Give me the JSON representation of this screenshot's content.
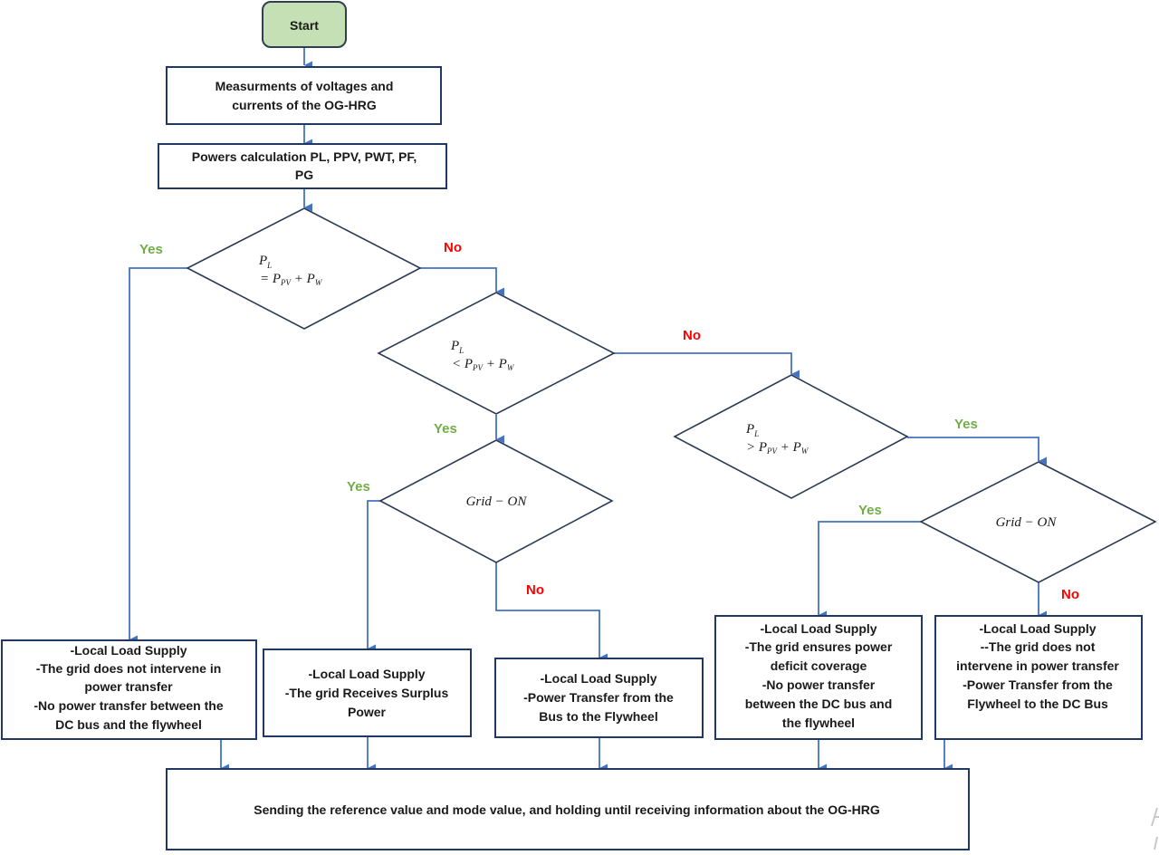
{
  "colors": {
    "yes_label": "#70ad47",
    "no_label": "#ff0000",
    "arrow": "#4472c4",
    "start_fill": "#c5e0b4",
    "box_border": "#1f3864"
  },
  "flowchart": {
    "start": {
      "label": "Start"
    },
    "measurements": {
      "lines": [
        "Measurments of voltages and",
        "currents of the OG-HRG"
      ]
    },
    "powers_calc": {
      "lines": [
        "Powers calculation PL, PPV, PWT, PF,",
        "PG"
      ]
    },
    "decision_equal": {
      "line1": "P",
      "line1_sub": "L",
      "line2_prefix": "= P",
      "line2_sub1": "PV",
      "line2_mid": " + P",
      "line2_sub2": "W"
    },
    "decision_less": {
      "line1": "P",
      "line1_sub": "L",
      "line2_prefix": "< P",
      "line2_sub1": "PV",
      "line2_mid": " + P",
      "line2_sub2": "W"
    },
    "decision_greater": {
      "line1": "P",
      "line1_sub": "L",
      "line2_prefix": "> P",
      "line2_sub1": "PV",
      "line2_mid": " + P",
      "line2_sub2": "W"
    },
    "decision_grid_1": {
      "label": "Grid − ON"
    },
    "decision_grid_2": {
      "label": "Grid − ON"
    },
    "labels": {
      "yes": "Yes",
      "no": "No"
    },
    "outcome_1": {
      "lines": [
        "-Local Load Supply",
        "-The grid does not intervene in",
        "power transfer",
        "-No power transfer between the",
        "DC bus and the flywheel"
      ]
    },
    "outcome_2": {
      "lines": [
        "-Local Load Supply",
        "-The grid Receives Surplus",
        "Power"
      ]
    },
    "outcome_3": {
      "lines": [
        "-Local Load Supply",
        "-Power Transfer from the",
        "Bus to the Flywheel"
      ]
    },
    "outcome_4": {
      "lines": [
        "-Local Load Supply",
        "-The grid ensures power",
        "deficit coverage",
        "-No power transfer",
        "between the DC bus and",
        "the flywheel"
      ]
    },
    "outcome_5": {
      "lines": [
        "-Local Load Supply",
        "--The grid does not",
        "intervene in power transfer",
        "-Power Transfer from the",
        "Flywheel to the DC Bus"
      ]
    },
    "final": {
      "label": "Sending the reference value and mode value, and holding until receiving information about the OG-HRG"
    }
  }
}
